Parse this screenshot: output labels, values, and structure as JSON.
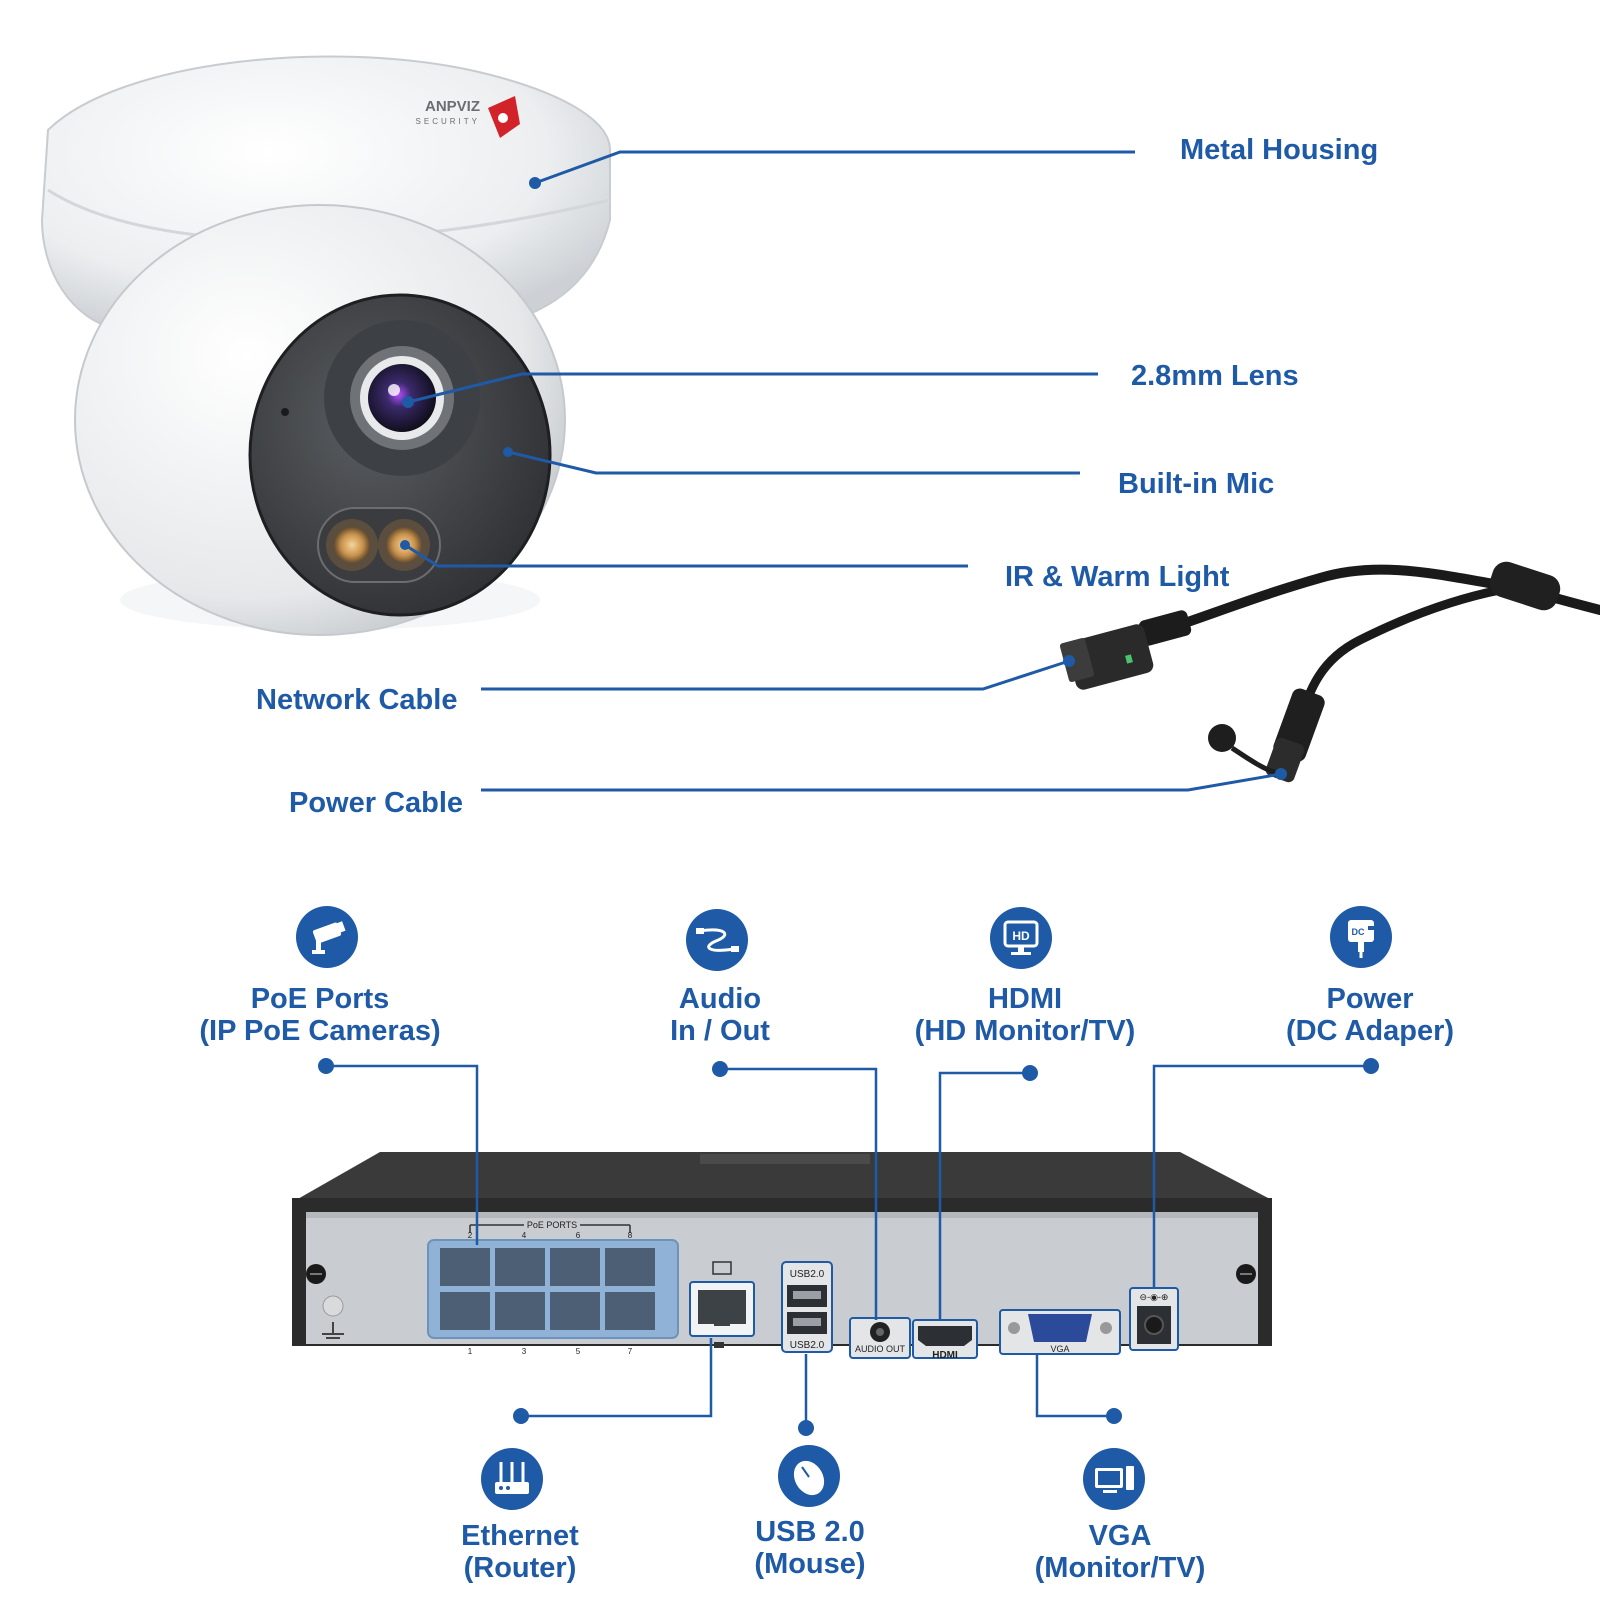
{
  "colors": {
    "accent": "#1f5aa6",
    "line": "#1f5aa6",
    "nvr_body": "#2b2b2b",
    "panel": "#c9ccd0",
    "poe_block": "#8fb2d6"
  },
  "camera": {
    "brand_logo": "ANPVIZ",
    "brand_sub": "SECURITY",
    "labels": {
      "metal_housing": "Metal Housing",
      "lens": "2.8mm Lens",
      "mic": "Built-in Mic",
      "ir_light": "IR & Warm Light",
      "network_cable": "Network Cable",
      "power_cable": "Power Cable"
    }
  },
  "nvr": {
    "top_labels": [
      {
        "id": "poe",
        "icon": "cctv-camera-icon",
        "line1": "PoE Ports",
        "line2": "(IP PoE Cameras)"
      },
      {
        "id": "audio",
        "icon": "audio-cable-icon",
        "line1": "Audio",
        "line2": "In / Out"
      },
      {
        "id": "hdmi",
        "icon": "hd-monitor-icon",
        "line1": "HDMI",
        "line2": "(HD Monitor/TV)"
      },
      {
        "id": "power",
        "icon": "dc-adapter-icon",
        "line1": "Power",
        "line2": "(DC Adaper)"
      }
    ],
    "bottom_labels": [
      {
        "id": "ethernet",
        "icon": "router-icon",
        "line1": "Ethernet",
        "line2": "(Router)"
      },
      {
        "id": "usb",
        "icon": "mouse-icon",
        "line1": "USB 2.0",
        "line2": "(Mouse)"
      },
      {
        "id": "vga",
        "icon": "computer-monitor-icon",
        "line1": "VGA",
        "line2": "(Monitor/TV)"
      }
    ],
    "panel_text": {
      "poe_ports": "PoE PORTS",
      "usb_top": "USB2.0",
      "usb_bottom": "USB2.0",
      "audio_out": "AUDIO OUT",
      "hdmi": "HDMI",
      "vga": "VGA",
      "dc_symbol": "⊖-◉-⊕",
      "port_numbers_top": [
        "2",
        "4",
        "6",
        "8"
      ],
      "port_numbers_bottom": [
        "1",
        "3",
        "5",
        "7"
      ]
    }
  }
}
